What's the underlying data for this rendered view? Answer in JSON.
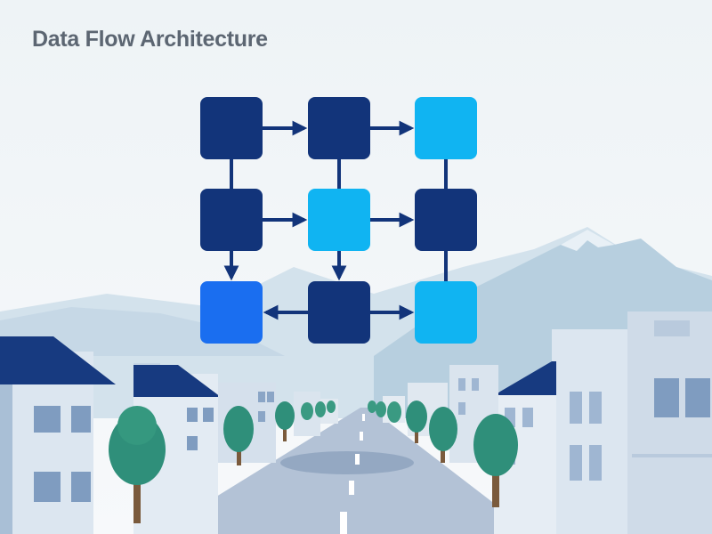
{
  "title": "Data Flow Architecture",
  "colors": {
    "navy": "#12347a",
    "cyan": "#10b4f2",
    "blue": "#1a6ef0",
    "arrow": "#12347a"
  },
  "nodes": [
    {
      "id": "r1c1",
      "row": 1,
      "col": 1,
      "color": "navy"
    },
    {
      "id": "r1c2",
      "row": 1,
      "col": 2,
      "color": "navy"
    },
    {
      "id": "r1c3",
      "row": 1,
      "col": 3,
      "color": "cyan"
    },
    {
      "id": "r2c1",
      "row": 2,
      "col": 1,
      "color": "navy"
    },
    {
      "id": "r2c2",
      "row": 2,
      "col": 2,
      "color": "cyan"
    },
    {
      "id": "r2c3",
      "row": 2,
      "col": 3,
      "color": "navy"
    },
    {
      "id": "r3c1",
      "row": 3,
      "col": 1,
      "color": "blue"
    },
    {
      "id": "r3c2",
      "row": 3,
      "col": 2,
      "color": "navy"
    },
    {
      "id": "r3c3",
      "row": 3,
      "col": 3,
      "color": "cyan"
    }
  ],
  "edges": [
    {
      "from": "r1c1",
      "to": "r1c2",
      "arrow": true
    },
    {
      "from": "r1c2",
      "to": "r1c3",
      "arrow": true
    },
    {
      "from": "r2c1",
      "to": "r2c2",
      "arrow": true
    },
    {
      "from": "r2c2",
      "to": "r2c3",
      "arrow": true
    },
    {
      "from": "r3c2",
      "to": "r3c1",
      "arrow": true
    },
    {
      "from": "r3c2",
      "to": "r3c3",
      "arrow": true
    },
    {
      "from": "r1c1",
      "to": "r2c1",
      "arrow": false
    },
    {
      "from": "r2c1",
      "to": "r3c1",
      "arrow": true
    },
    {
      "from": "r1c2",
      "to": "r2c2",
      "arrow": false
    },
    {
      "from": "r2c2",
      "to": "r3c2",
      "arrow": true
    },
    {
      "from": "r1c3",
      "to": "r2c3",
      "arrow": false
    },
    {
      "from": "r2c3",
      "to": "r3c3",
      "arrow": false
    }
  ],
  "background": {
    "scene": "city-street-with-mountains",
    "sky_top": "#eef3f6",
    "sky_bottom": "#f6f9fb",
    "mountain": "#b7cfdf",
    "mountain_far": "#d3e2ec",
    "building_wall": "#dce6f0",
    "building_shade": "#a9bfd6",
    "roof": "#173a80",
    "window": "#7f9cc0",
    "tree": "#2f8f7a",
    "trunk": "#7a5a3c",
    "road": "#b3c2d6",
    "road_mark": "#ffffff"
  }
}
